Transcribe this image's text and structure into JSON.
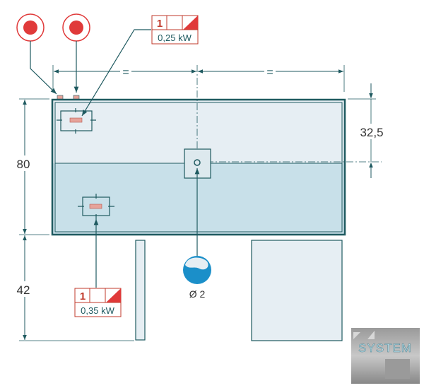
{
  "dimensions": {
    "height_upper": "80",
    "height_lower": "42",
    "right_offset": "32,5",
    "equal_left": "=",
    "equal_right": "="
  },
  "heater_top": {
    "count": "1",
    "power": "0,25 kW"
  },
  "heater_bottom": {
    "count": "1",
    "power": "0,35 kW"
  },
  "water": {
    "diameter": "Ø 2"
  },
  "logo": {
    "text": "SYSTEM"
  },
  "colors": {
    "line": "#1f5a60",
    "panel_upper": "#e6eef3",
    "panel_lower": "#c8e0e9",
    "red": "#e03a3a",
    "water": "#1b8fc9"
  }
}
